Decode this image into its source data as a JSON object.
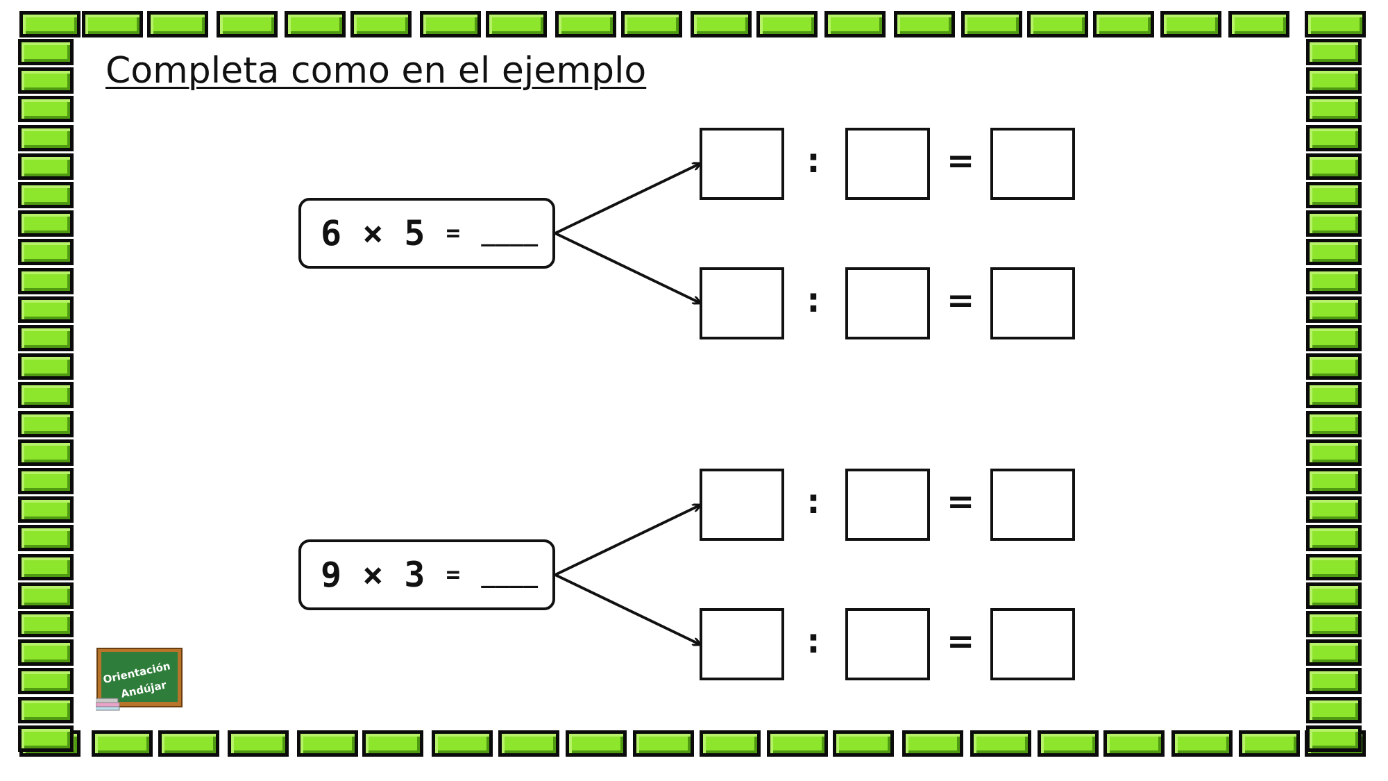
{
  "title": "Completa como en el ejemplo",
  "colors": {
    "brick_fill": "#8ee62c",
    "brick_border": "#0b0b0b",
    "ink": "#111111"
  },
  "exercises": [
    {
      "multiplication": "6 × 5",
      "equals_sign": "=",
      "blank": "____",
      "divisions": [
        {
          "colon": ":",
          "equals": "="
        },
        {
          "colon": ":",
          "equals": "="
        }
      ]
    },
    {
      "multiplication": "9 × 3",
      "equals_sign": "=",
      "blank": "____",
      "divisions": [
        {
          "colon": ":",
          "equals": "="
        },
        {
          "colon": ":",
          "equals": "="
        }
      ]
    }
  ],
  "logo": {
    "line1": "Orientación",
    "line2": "Andújar"
  }
}
